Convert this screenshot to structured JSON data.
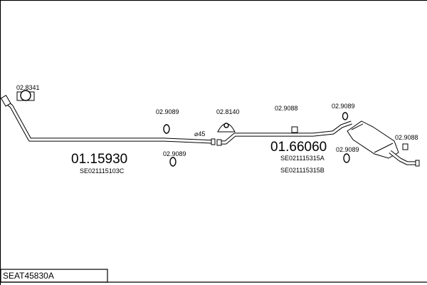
{
  "labels": {
    "clamp_front": "02.8341",
    "ring_1": "02.9089",
    "ring_2": "02.9089",
    "diameter": "⌀45",
    "hanger_mid": "02.8140",
    "ring_3": "02.9088",
    "ring_4": "02.9089",
    "ring_5": "02.9089",
    "ring_6": "02.9088"
  },
  "parts": {
    "front_pipe_number": "01.15930",
    "front_pipe_code": "SE021115103C",
    "rear_silencer_number": "01.66060",
    "rear_silencer_code_a": "SE021115315A",
    "rear_silencer_code_b": "SE021115315B"
  },
  "footer": {
    "title": "SEAT45830A"
  }
}
